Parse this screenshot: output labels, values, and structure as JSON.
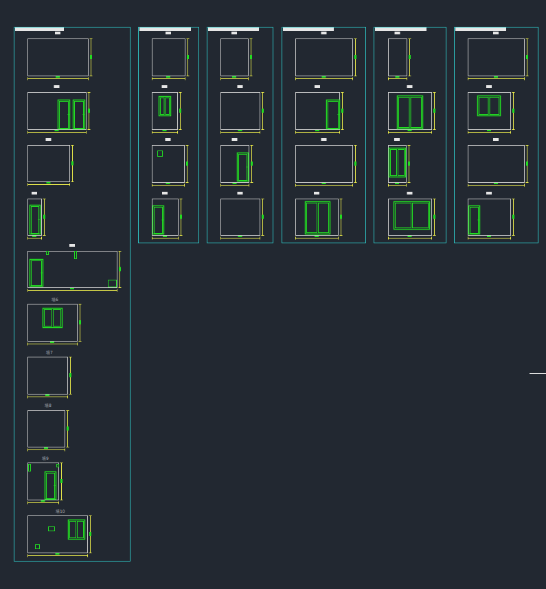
{
  "diagram": {
    "labels": [
      "墙6",
      "墙7",
      "墙8",
      "墙9",
      "墙10"
    ]
  }
}
